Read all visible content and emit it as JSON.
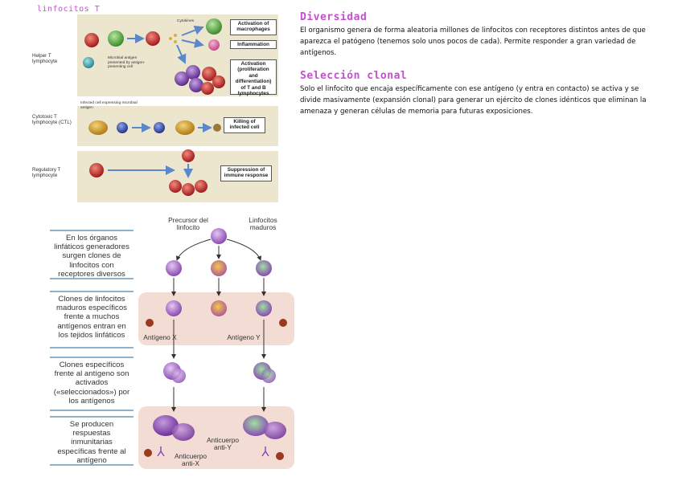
{
  "page": {
    "title": "linfocitos T"
  },
  "figure1": {
    "rows": [
      {
        "label": "Helper T lymphocyte",
        "annotations": [
          "Cytokines",
          "Microbial antigen presented by antigen-presenting cell"
        ],
        "outcomes": [
          "Activation of macrophages",
          "Inflammation",
          "Activation (proliferation and differentiation) of T and B lymphocytes"
        ]
      },
      {
        "label": "Cytotoxic T lymphocyte (CTL)",
        "annotations": [
          "Infected cell expressing microbial antigen"
        ],
        "outcomes": [
          "Killing of infected cell"
        ]
      },
      {
        "label": "Regulatory T lymphocyte",
        "annotations": [],
        "outcomes": [
          "Suppression of immune response"
        ]
      }
    ]
  },
  "figure2": {
    "top_labels": [
      "Precursor del linfocito",
      "Linfocitos maduros"
    ],
    "steps": [
      "En los órganos linfáticos generadores surgen clones de linfocitos con receptores diversos",
      "Clones de linfocitos maduros específicos frente a muchos antígenos entran en los tejidos linfáticos",
      "Clones específicos frente al antígeno son activados («seleccionados») por los antígenos",
      "Se producen respuestas inmunitarias específicas frente al antígeno"
    ],
    "antigens": [
      "Antígeno X",
      "Antígeno Y"
    ],
    "antibodies": [
      "Anticuerpo anti-X",
      "Anticuerpo anti-Y"
    ]
  },
  "notes": [
    {
      "heading": "Diversidad",
      "text": "El organismo genera de forma aleatoria millones de linfocitos con receptores distintos antes de que aparezca el patógeno (tenemos solo unos pocos de cada). Permite responder a gran variedad de antígenos."
    },
    {
      "heading": "Selección clonal",
      "text": "Solo el linfocito que encaja específicamente con ese antígeno (y entra en contacto) se activa y se divide masivamente (expansión clonal) para generar un ejército de clones idénticos que eliminan la amenaza y generan células de memoria para futuras exposiciones."
    }
  ],
  "colors": {
    "accent": "#c64fd0",
    "band": "#ece6cf",
    "pink_panel": "#f3dcd4",
    "step_rule": "#8fb2c9"
  }
}
